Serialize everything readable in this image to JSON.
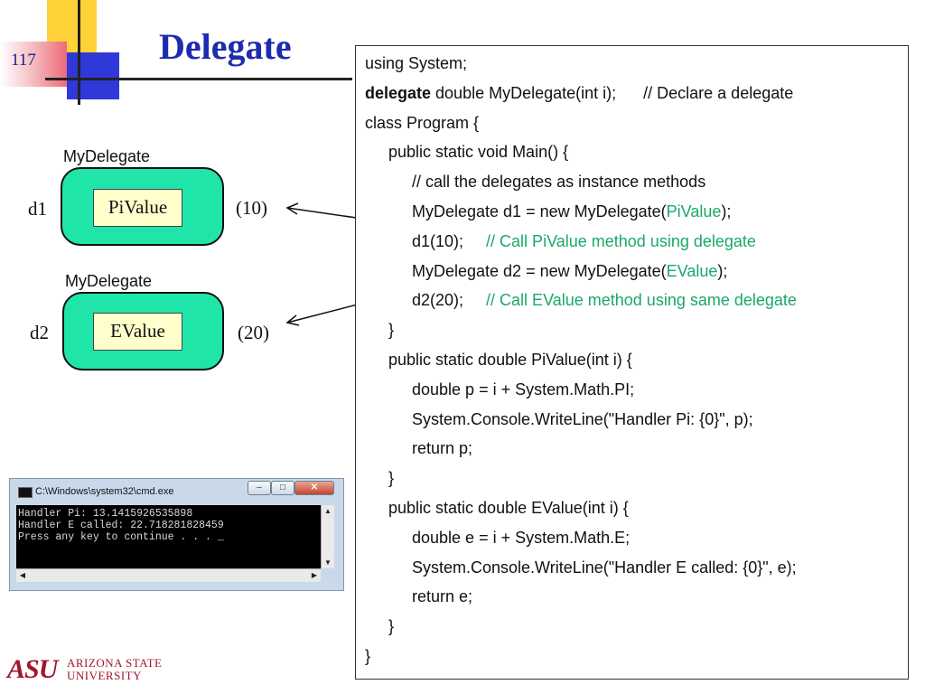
{
  "slide": {
    "number": "117",
    "title": "Delegate"
  },
  "code_lines": [
    {
      "indent": 0,
      "parts": [
        {
          "text": "using System;"
        }
      ]
    },
    {
      "indent": 0,
      "parts": [
        {
          "text": "delegate",
          "style": "bold"
        },
        {
          "text": " double MyDelegate(int i);      // Declare a delegate"
        }
      ]
    },
    {
      "indent": 0,
      "parts": [
        {
          "text": "class Program {"
        }
      ]
    },
    {
      "indent": 1,
      "parts": [
        {
          "text": "public static void Main() {"
        }
      ]
    },
    {
      "indent": 2,
      "parts": [
        {
          "text": "// call the delegates as instance methods"
        }
      ]
    },
    {
      "indent": 2,
      "parts": [
        {
          "text": "MyDelegate d1 = new MyDelegate("
        },
        {
          "text": "PiValue",
          "style": "green"
        },
        {
          "text": ");"
        }
      ]
    },
    {
      "indent": 2,
      "parts": [
        {
          "text": "d1(10);     "
        },
        {
          "text": "// Call PiValue method using delegate",
          "style": "green"
        }
      ]
    },
    {
      "indent": 2,
      "parts": [
        {
          "text": "MyDelegate d2 = new MyDelegate("
        },
        {
          "text": "EValue",
          "style": "green"
        },
        {
          "text": ");"
        }
      ]
    },
    {
      "indent": 2,
      "parts": [
        {
          "text": "d2(20);     "
        },
        {
          "text": "// Call EValue method using same delegate",
          "style": "green"
        }
      ]
    },
    {
      "indent": 1,
      "parts": [
        {
          "text": "}"
        }
      ]
    },
    {
      "indent": 1,
      "parts": [
        {
          "text": "public static double PiValue(int i) {"
        }
      ]
    },
    {
      "indent": 2,
      "parts": [
        {
          "text": "double p = i + System.Math.PI;"
        }
      ]
    },
    {
      "indent": 2,
      "parts": [
        {
          "text": "System.Console.WriteLine(\"Handler Pi: {0}\", p);"
        }
      ]
    },
    {
      "indent": 2,
      "parts": [
        {
          "text": "return p;"
        }
      ]
    },
    {
      "indent": 1,
      "parts": [
        {
          "text": "}"
        }
      ]
    },
    {
      "indent": 1,
      "parts": [
        {
          "text": "public static double EValue(int i) {"
        }
      ]
    },
    {
      "indent": 2,
      "parts": [
        {
          "text": "double e = i + System.Math.E;"
        }
      ]
    },
    {
      "indent": 2,
      "parts": [
        {
          "text": "System.Console.WriteLine(\"Handler E called: {0}\", e);"
        }
      ]
    },
    {
      "indent": 2,
      "parts": [
        {
          "text": "return e;"
        }
      ]
    },
    {
      "indent": 1,
      "parts": [
        {
          "text": "}"
        }
      ]
    },
    {
      "indent": 0,
      "parts": [
        {
          "text": "}"
        }
      ]
    }
  ],
  "diagram": {
    "delegate1": {
      "type_label": "MyDelegate",
      "var": "d1",
      "method": "PiValue",
      "arg": "(10)"
    },
    "delegate2": {
      "type_label": "MyDelegate",
      "var": "d2",
      "method": "EValue",
      "arg": "(20)"
    }
  },
  "console": {
    "title": "C:\\Windows\\system32\\cmd.exe",
    "lines": [
      "Handler Pi: 13.1415926535898",
      "Handler E called: 22.718281828459",
      "Press any key to continue . . . _"
    ]
  },
  "logo": {
    "mark": "ASU",
    "line1": "ARIZONA STATE",
    "line2": "UNIVERSITY"
  },
  "colors": {
    "title": "#1d2bb0",
    "capsule": "#1fe6a8",
    "method_box": "#ffffcc",
    "code_green": "#1aa86a",
    "asu": "#a3142e"
  }
}
